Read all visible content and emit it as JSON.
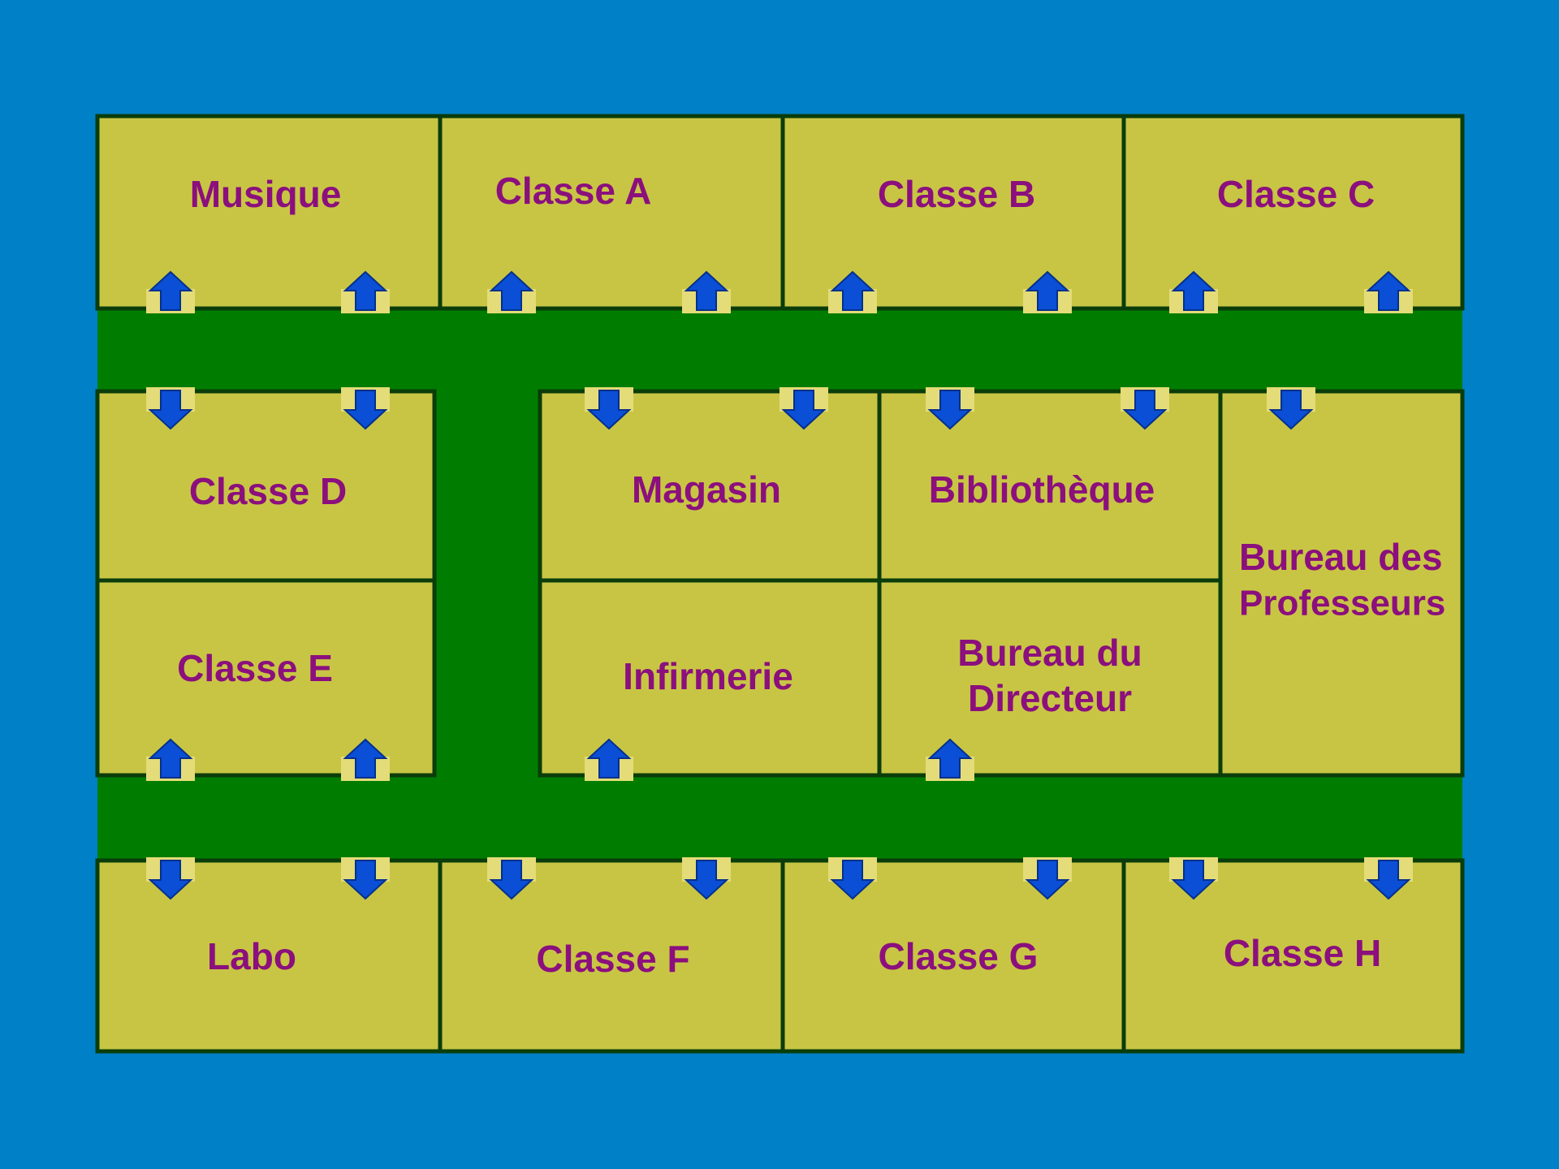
{
  "title": "Plan de l'école",
  "colors": {
    "background": "#0080c6",
    "room": "#c8c545",
    "corridor": "#007d00",
    "wall": "#0a3d0a",
    "label": "#8b0f7d",
    "door_arrow": "#0a4fd6"
  },
  "rooms": {
    "musique": "Musique",
    "classe_a": "Classe A",
    "classe_b": "Classe B",
    "classe_c": "Classe C",
    "classe_d": "Classe D",
    "classe_e": "Classe E",
    "magasin": "Magasin",
    "bibliotheque": "Bibliothèque",
    "infirmerie": "Infirmerie",
    "bureau_directeur_line1": "Bureau du",
    "bureau_directeur_line2": "Directeur",
    "bureau_professeurs_line1": "Bureau des",
    "bureau_professeurs_line2": "Professeurs",
    "labo": "Labo",
    "classe_f": "Classe F",
    "classe_g": "Classe G",
    "classe_h": "Classe H"
  },
  "door_icon": "door-arrow-icon"
}
